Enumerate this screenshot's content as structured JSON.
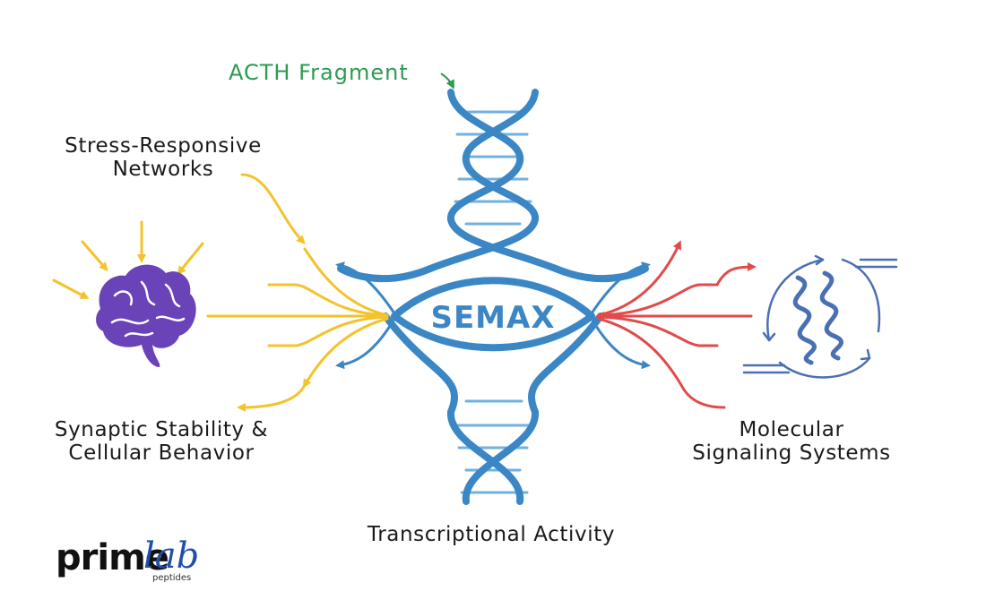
{
  "labels": {
    "acth": "ACTH Fragment",
    "center": "SEMAX",
    "stress": [
      "Stress-Responsive",
      "Networks"
    ],
    "synaptic": [
      "Synaptic Stability &",
      "Cellular Behavior"
    ],
    "molecular": [
      "Molecular",
      "Signaling Systems"
    ],
    "transcriptional": "Transcriptional Activity"
  },
  "logo": {
    "prime": "prime",
    "lab": "lab",
    "sub": "peptides"
  },
  "colors": {
    "dna": "#3b86c4",
    "dna_rung": "#6fb1e0",
    "yellow": "#f3c32c",
    "red": "#e14b4b",
    "green": "#2e9a52",
    "brain": "#6a43b8",
    "protein": "#4b6fb3"
  },
  "icons": [
    "brain-icon",
    "protein-cycle-icon",
    "dna-helix-icon"
  ]
}
